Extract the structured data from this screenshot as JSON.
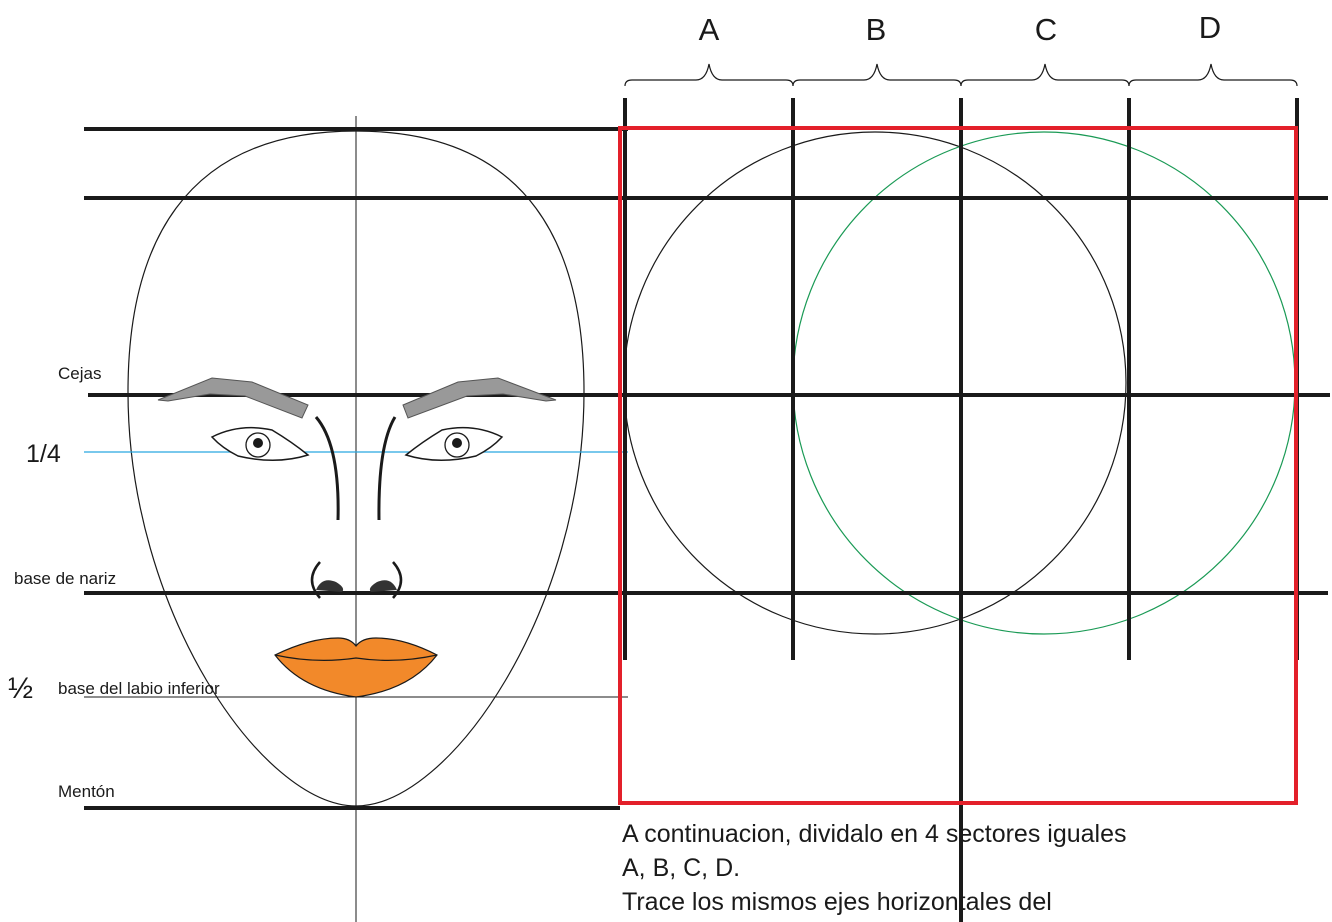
{
  "sectors": {
    "a": "A",
    "b": "B",
    "c": "C",
    "d": "D"
  },
  "face_labels": {
    "cejas": "Cejas",
    "quarter_mark": "1/4",
    "base_nariz": "base de nariz",
    "half_mark": "½",
    "base_labio": "base del labio inferior",
    "menton": "Mentón"
  },
  "instructions": [
    "A continuacion, dividalo en 4 sectores iguales",
    "A, B, C, D.",
    "Trace los mismos ejes horizontales del"
  ],
  "colors": {
    "frame": "#e3202a",
    "lips": "#f2892a",
    "eyebrows": "#999999",
    "eye_guide": "#29a8e0",
    "second_circle": "#1a9a55",
    "lines": "#1a1a1a"
  }
}
